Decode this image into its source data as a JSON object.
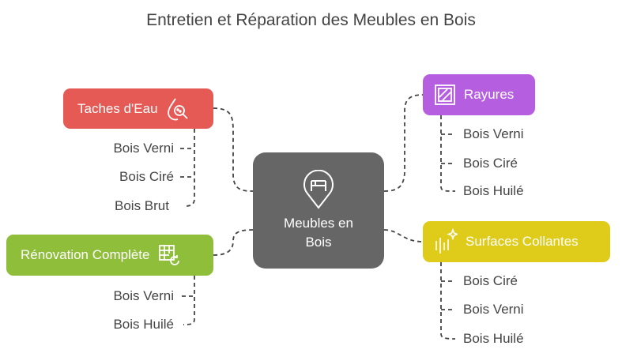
{
  "title": "Entretien et Réparation des Meubles en Bois",
  "center": {
    "line1": "Meubles en",
    "line2": "Bois",
    "color": "#666666"
  },
  "branches": [
    {
      "label": "Taches d'Eau",
      "color": "#E55A55",
      "icon": "water-drop-search-icon",
      "items": [
        "Bois Verni",
        "Bois Ciré",
        "Bois Brut"
      ]
    },
    {
      "label": "Rénovation Complète",
      "color": "#8FBE3A",
      "icon": "table-refresh-icon",
      "items": [
        "Bois Verni",
        "Bois Huilé"
      ]
    },
    {
      "label": "Rayures",
      "color": "#B55FE0",
      "icon": "scratch-square-icon",
      "items": [
        "Bois Verni",
        "Bois Ciré",
        "Bois Huilé"
      ]
    },
    {
      "label": "Surfaces Collantes",
      "color": "#DFCB1A",
      "icon": "sparkle-lines-icon",
      "items": [
        "Bois Ciré",
        "Bois Verni",
        "Bois Huilé"
      ]
    }
  ]
}
